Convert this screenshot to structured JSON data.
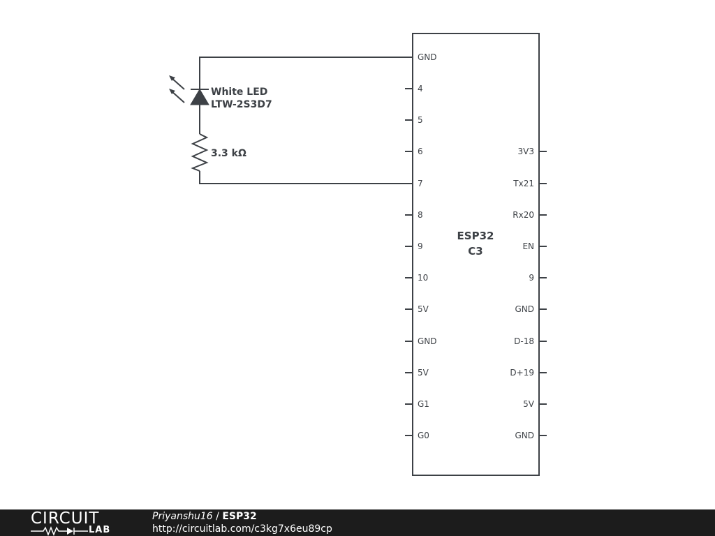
{
  "led": {
    "name": "White LED",
    "part": "LTW-2S3D7"
  },
  "resistor": {
    "value": "3.3 kΩ"
  },
  "chip": {
    "name_line1": "ESP32",
    "name_line2": "C3",
    "left_pins": [
      "GND",
      "4",
      "5",
      "6",
      "7",
      "8",
      "9",
      "10",
      "5V",
      "GND",
      "5V",
      "G1",
      "G0"
    ],
    "right_pins": [
      "3V3",
      "Tx21",
      "Rx20",
      "EN",
      "9",
      "GND",
      "D-18",
      "D+19",
      "5V",
      "GND"
    ]
  },
  "footer": {
    "logo_top": "CIRCUIT",
    "logo_bottom": "LAB",
    "author": "Priyanshu16",
    "separator": " / ",
    "title": "ESP32",
    "url": "http://circuitlab.com/c3kg7x6eu89cp"
  },
  "colors": {
    "line": "#3d4146",
    "footer_bg": "#1c1c1c"
  }
}
